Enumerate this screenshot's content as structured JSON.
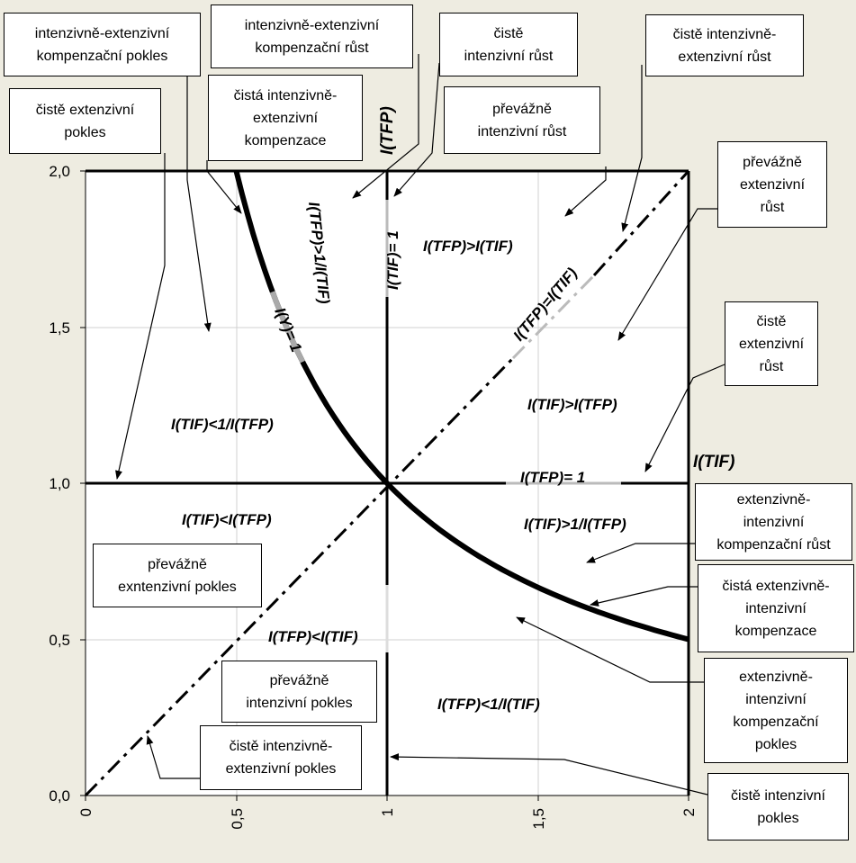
{
  "axes": {
    "x_title": "I(TIF)",
    "y_title": "I(TFP)",
    "x_ticks": [
      "0",
      "0,5",
      "1",
      "1,5",
      "2"
    ],
    "y_ticks": [
      "0,0",
      "0,5",
      "1,0",
      "1,5",
      "2,0"
    ]
  },
  "line_labels": {
    "tif_eq_1": "I(TIF)= 1",
    "tfp_eq_1": "I(TFP)= 1",
    "y_eq_1": "I(Y)= 1",
    "tfp_eq_tif": "I(TFP)=I(TIF)",
    "tfp_gt_inv_tif": "I(TFP)>1/I(TIF)"
  },
  "region_labels": {
    "tfp_gt_tif": "I(TFP)>I(TIF)",
    "tif_gt_tfp": "I(TIF)>I(TFP)",
    "tif_lt_inv_tfp": "I(TIF)<1/I(TFP)",
    "tif_lt_tfp": "I(TIF)<I(TFP)",
    "tif_gt_inv_tfp": "I(TIF)>1/I(TFP)",
    "tfp_lt_tif": "I(TFP)<I(TIF)",
    "tfp_lt_inv_tif": "I(TFP)<1/I(TIF)"
  },
  "callouts": {
    "intensive_extensive_comp_decline": "intenzivně-extenzivní\nkompenzační pokles",
    "intensive_extensive_comp_growth": "intenzivně-extenzivní\nkompenzační růst",
    "purely_intensive_growth": "čistě\nintenzivní růst",
    "purely_intensive_extensive_growth": "čistě intenzivně-\nextenzivní růst",
    "purely_extensive_decline": "čistě extenzivní\npokles",
    "pure_intensive_extensive_compensation": "čistá intenzivně-\nextenzivní\nkompenzace",
    "predominantly_intensive_growth": "převážně\nintenzivní růst",
    "predominantly_extensive_growth": "převážně\nextenzivní\nrůst",
    "purely_extensive_growth": "čistě\nextenzivní\nrůst",
    "extensive_intensive_comp_growth": "extenzivně-\nintenzivní\nkompenzační růst",
    "pure_extensive_intensive_compensation": "čistá extenzivně-\nintenzivní\nkompenzace",
    "predominantly_extensive_decline": "převážně\nexntenzivní pokles",
    "predominantly_intensive_decline": "převážně\nintenzivní pokles",
    "extensive_intensive_comp_decline": "extenzivně-\nintenzivní\nkompenzační\npokles",
    "purely_intensive_extensive_decline": "čistě intenzivně-\nextenzivní pokles",
    "purely_intensive_decline": "čistě intenzivní\npokles"
  }
}
